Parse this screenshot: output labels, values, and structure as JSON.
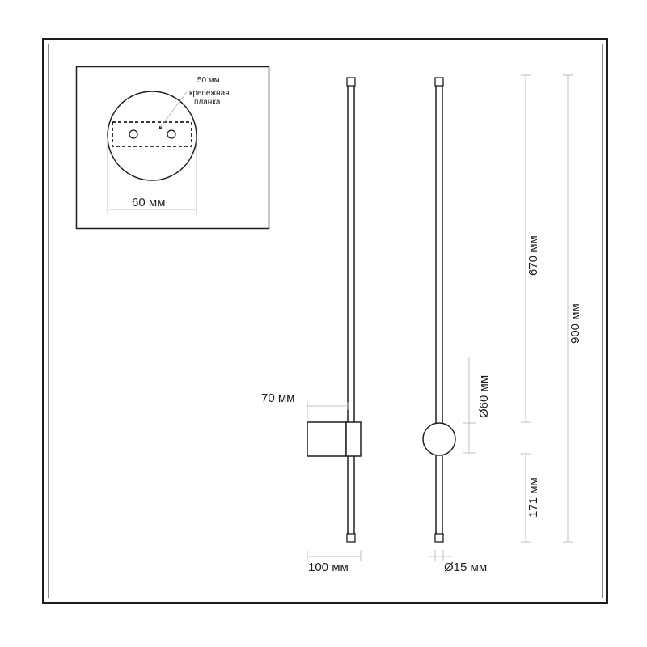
{
  "labels": {
    "plate_dim": "50 мм",
    "plate_name_1": "крепежная",
    "plate_name_2": "планка",
    "base_diameter": "60 мм",
    "offset": "70 мм",
    "depth": "100 мм",
    "tube_diameter": "Ø15 мм",
    "disc_diameter": "Ø60 мм",
    "upper_length": "670 мм",
    "lower_length": "171 мм",
    "total_length": "900 мм"
  },
  "colors": {
    "line": "#1e1e1e",
    "dimension": "#9a9a9a",
    "background": "#ffffff"
  }
}
